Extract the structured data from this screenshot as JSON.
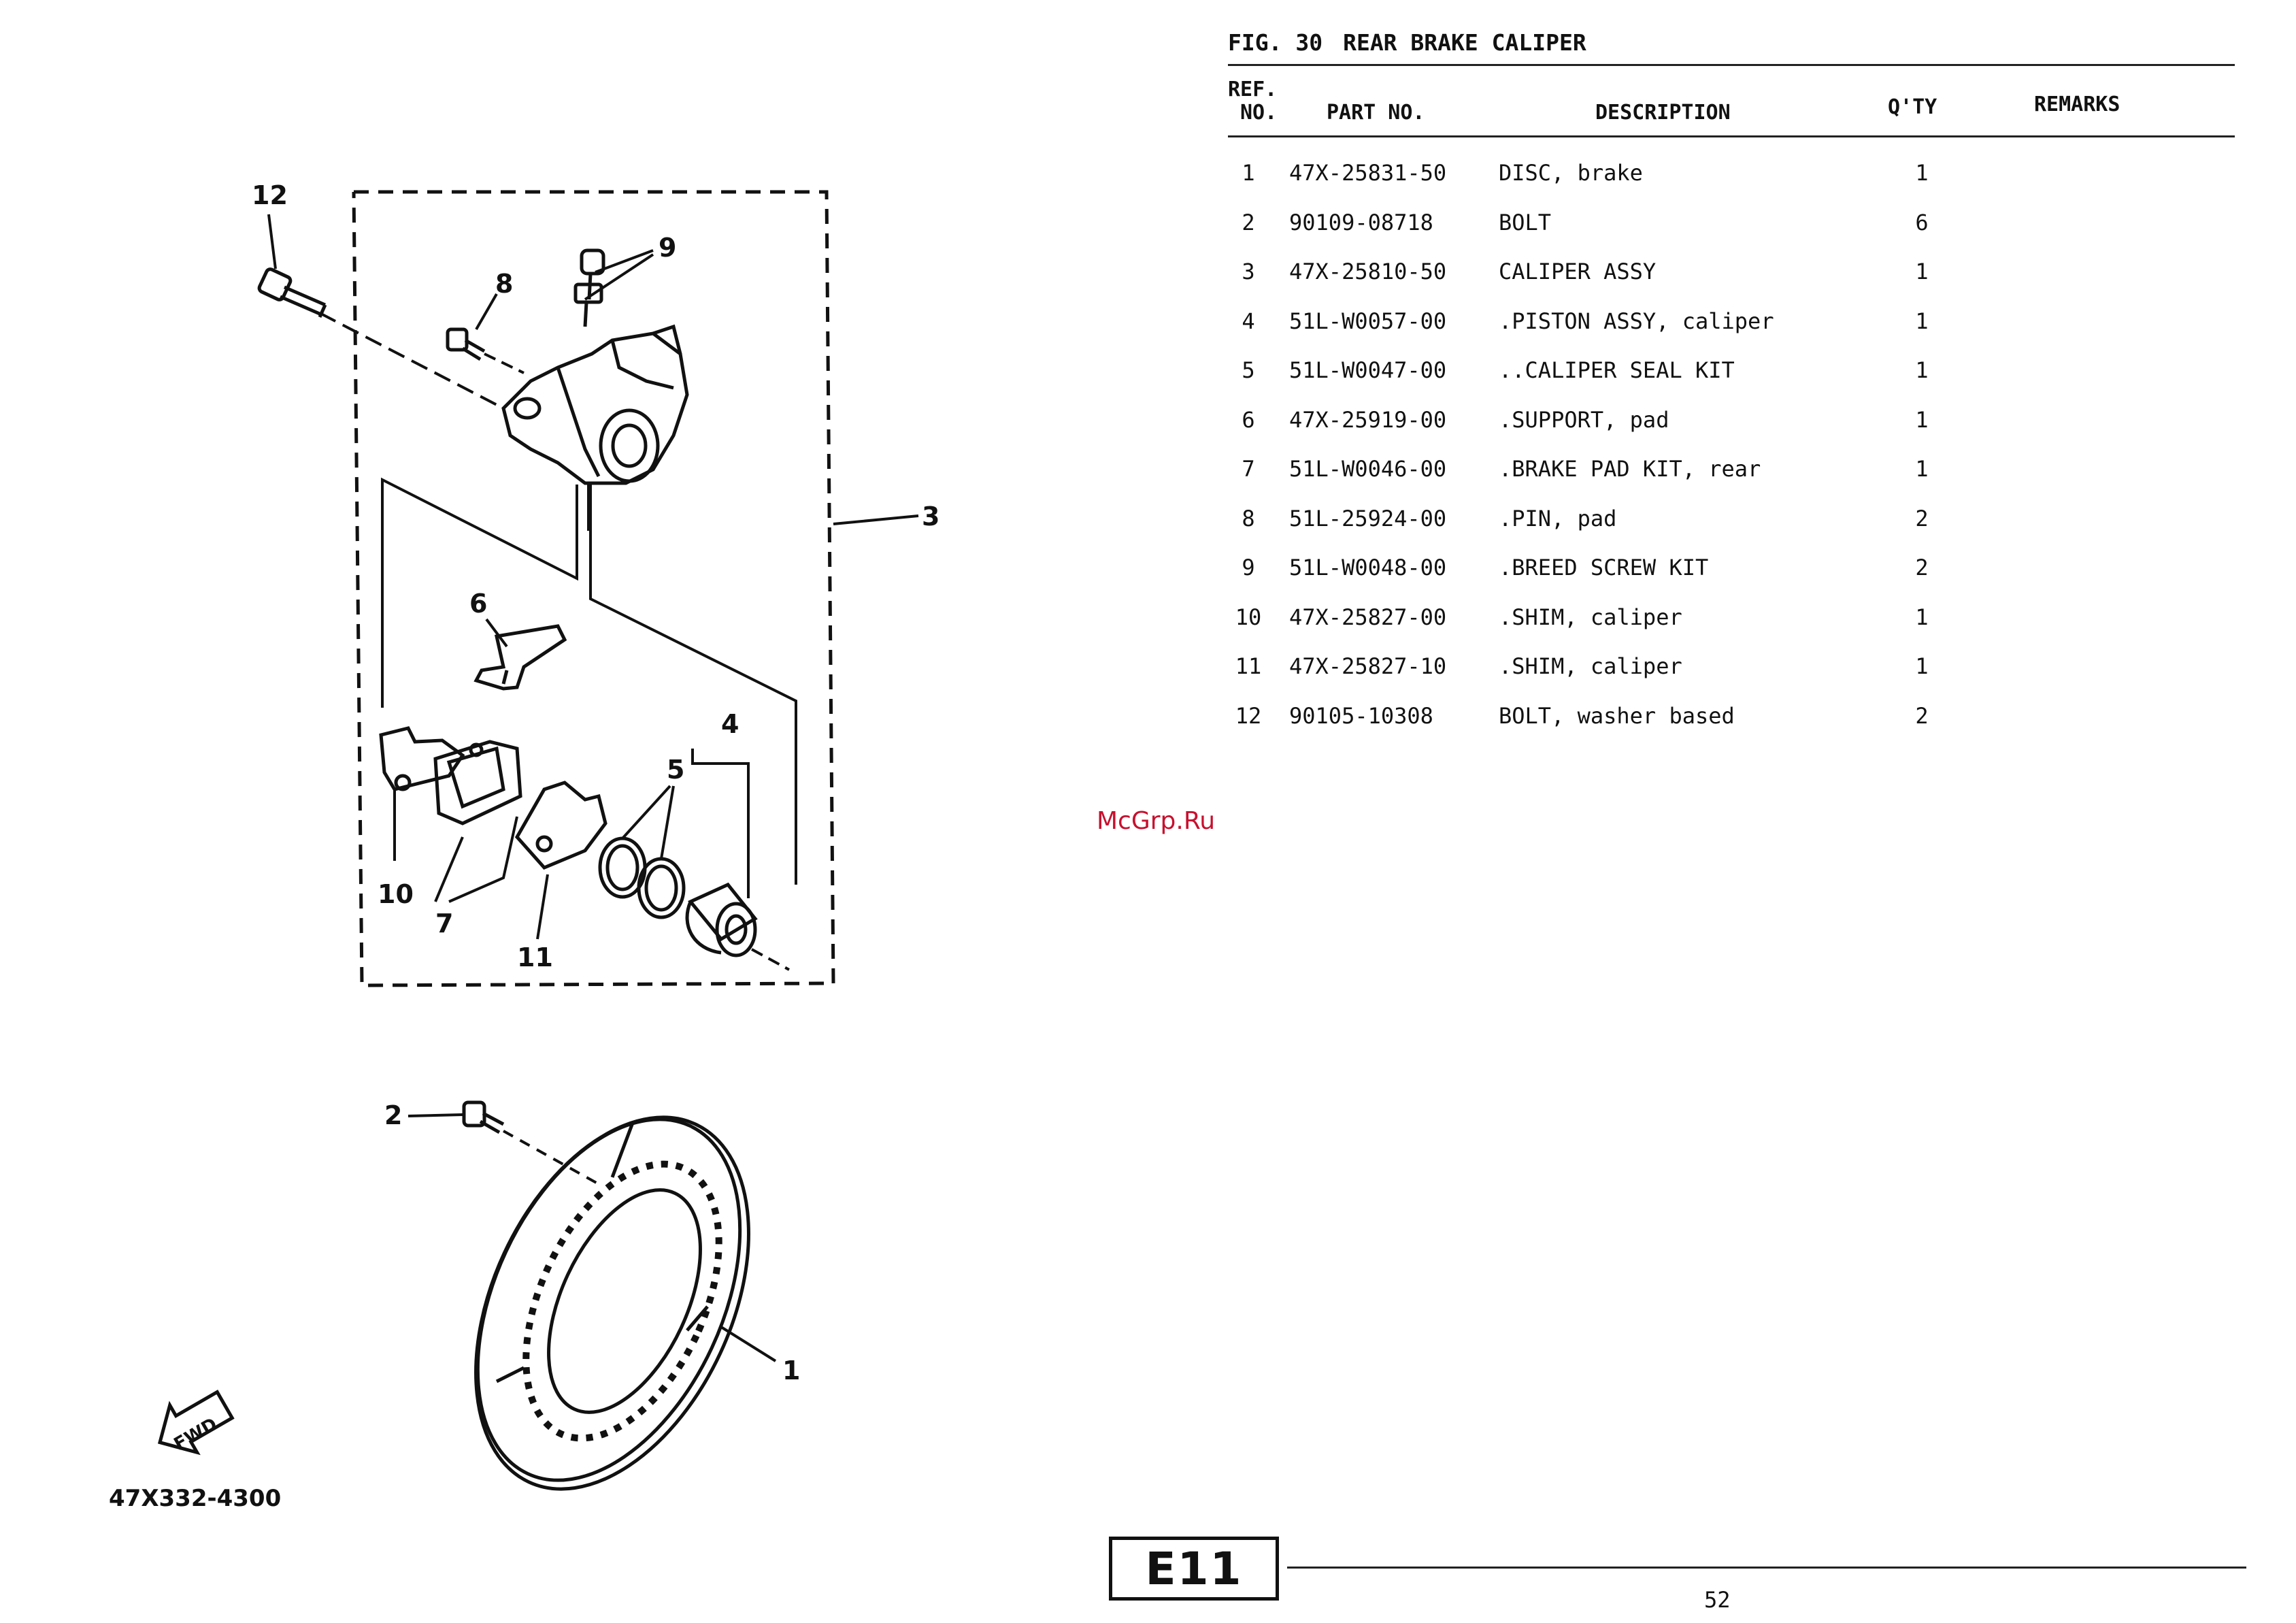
{
  "figure": {
    "number": "FIG. 30",
    "title": "REAR BRAKE CALIPER",
    "drawing_code": "47X332-4300",
    "fwd_label": "FWD"
  },
  "table": {
    "headers": {
      "ref_line1": "REF.",
      "ref_line2": "NO.",
      "part": "PART NO.",
      "description": "DESCRIPTION",
      "qty": "Q'TY",
      "remarks": "REMARKS"
    },
    "rows": [
      {
        "ref": "1",
        "part": "47X-25831-50",
        "description": "DISC, brake",
        "qty": "1"
      },
      {
        "ref": "2",
        "part": "90109-08718",
        "description": "BOLT",
        "qty": "6"
      },
      {
        "ref": "3",
        "part": "47X-25810-50",
        "description": "CALIPER ASSY",
        "qty": "1"
      },
      {
        "ref": "4",
        "part": "51L-W0057-00",
        "description": ".PISTON ASSY, caliper",
        "qty": "1"
      },
      {
        "ref": "5",
        "part": "51L-W0047-00",
        "description": "..CALIPER SEAL KIT",
        "qty": "1"
      },
      {
        "ref": "6",
        "part": "47X-25919-00",
        "description": ".SUPPORT, pad",
        "qty": "1"
      },
      {
        "ref": "7",
        "part": "51L-W0046-00",
        "description": ".BRAKE PAD KIT, rear",
        "qty": "1"
      },
      {
        "ref": "8",
        "part": "51L-25924-00",
        "description": ".PIN, pad",
        "qty": "2"
      },
      {
        "ref": "9",
        "part": "51L-W0048-00",
        "description": ".BREED SCREW KIT",
        "qty": "2"
      },
      {
        "ref": "10",
        "part": "47X-25827-00",
        "description": ".SHIM, caliper",
        "qty": "1"
      },
      {
        "ref": "11",
        "part": "47X-25827-10",
        "description": ".SHIM, caliper",
        "qty": "1"
      },
      {
        "ref": "12",
        "part": "90105-10308",
        "description": "BOLT, washer based",
        "qty": "2"
      }
    ]
  },
  "callouts": [
    "1",
    "2",
    "3",
    "4",
    "5",
    "6",
    "7",
    "8",
    "9",
    "10",
    "11",
    "12"
  ],
  "watermark": "McGrp.Ru",
  "footer": {
    "section_badge": "E11",
    "page_number": "52"
  }
}
